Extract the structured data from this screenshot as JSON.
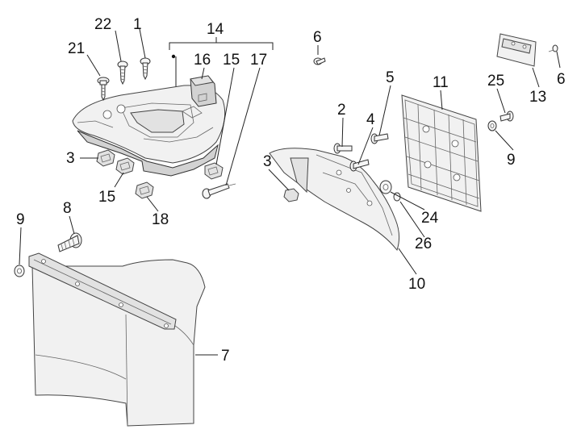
{
  "callouts": {
    "c1": "1",
    "c2": "2",
    "c3a": "3",
    "c3b": "3",
    "c4": "4",
    "c5": "5",
    "c6a": "6",
    "c6b": "6",
    "c7": "7",
    "c8": "8",
    "c9a": "9",
    "c9b": "9",
    "c10": "10",
    "c11": "11",
    "c13": "13",
    "c14": "14",
    "c15a": "15",
    "c15b": "15",
    "c16": "16",
    "c17": "17",
    "c18": "18",
    "c21": "21",
    "c22": "22",
    "c24": "24",
    "c25": "25",
    "c26": "26"
  },
  "colors": {
    "line": "#444444",
    "fill": "#f1f1f1",
    "shade": "#d2d2d2"
  }
}
